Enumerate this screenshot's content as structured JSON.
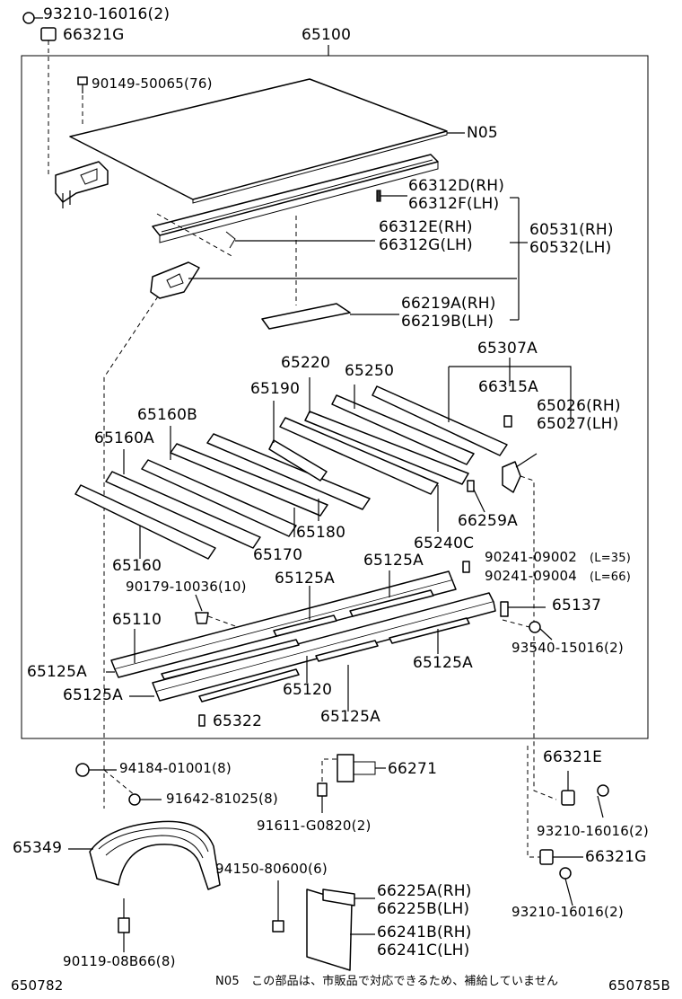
{
  "labels": {
    "p93210_16016_top": "93210-16016(2)",
    "p66321G_top": "66321G",
    "p65100": "65100",
    "p90149": "90149-50065(76)",
    "pN05": "N05",
    "p66312D": "66312D(RH)",
    "p66312F": "66312F(LH)",
    "p66312E": "66312E(RH)",
    "p66312G": "66312G(LH)",
    "p60531": "60531(RH)",
    "p60532": "60532(LH)",
    "p66219A": "66219A(RH)",
    "p66219B": "66219B(LH)",
    "p65307A": "65307A",
    "p65220": "65220",
    "p65250": "65250",
    "p66315A": "66315A",
    "p65190": "65190",
    "p65026": "65026(RH)",
    "p65027": "65027(LH)",
    "p65160B": "65160B",
    "p65160A": "65160A",
    "p66259A": "66259A",
    "p65180": "65180",
    "p65170": "65170",
    "p65240C": "65240C",
    "p65160": "65160",
    "p65125A_1": "65125A",
    "p90241_35": "90241-09002",
    "p90241_35_len": "(L=35)",
    "p90241_66": "90241-09004",
    "p90241_66_len": "(L=66)",
    "p90179": "90179-10036(10)",
    "p65125A_2": "65125A",
    "p65137": "65137",
    "p65110": "65110",
    "p93540": "93540-15016(2)",
    "p65125A_3": "65125A",
    "p65125A_4": "65125A",
    "p65125A_5": "65125A",
    "p65120": "65120",
    "p65322": "65322",
    "p65125A_6": "65125A",
    "p94184": "94184-01001(8)",
    "p66271": "66271",
    "p66321E": "66321E",
    "p91642": "91642-81025(8)",
    "p91611": "91611-G0820(2)",
    "p93210_16016_mid": "93210-16016(2)",
    "p65349": "65349",
    "p66321G_bot": "66321G",
    "p94150": "94150-80600(6)",
    "p66225A": "66225A(RH)",
    "p66225B": "66225B(LH)",
    "p93210_16016_bot": "93210-16016(2)",
    "p66241B": "66241B(RH)",
    "p66241C": "66241C(LH)",
    "p90119": "90119-08B66(8)"
  },
  "footer": {
    "left_code": "650782",
    "note": "N05　この部品は、市販品で対応できるため、補給していません",
    "right_code": "650785B"
  }
}
